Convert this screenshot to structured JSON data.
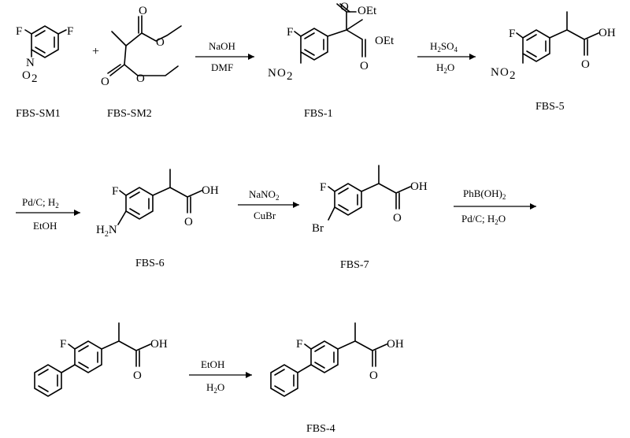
{
  "compounds": {
    "sm1": "FBS-SM1",
    "sm2": "FBS-SM2",
    "c1": "FBS-1",
    "c5": "FBS-5",
    "c6": "FBS-6",
    "c7": "FBS-7",
    "c4": "FBS-4"
  },
  "plus": "+",
  "atoms": {
    "F": "F",
    "NO2_N": "N",
    "NO2_O": "O",
    "NO2_sub": "2",
    "O": "O",
    "OEt": "OEt",
    "OH": "OH",
    "H2N": "H",
    "H2N_sub": "2",
    "H2N_N": "N",
    "Br": "Br"
  },
  "conditions": {
    "step1": {
      "above": "NaOH",
      "below": "DMF"
    },
    "step2": {
      "above_main": "H",
      "above_sub": "2",
      "above_tail": "SO",
      "above_sub2": "4",
      "below_main": "H",
      "below_sub": "2",
      "below_tail": "O"
    },
    "step3": {
      "above_main": "Pd/C; H",
      "above_sub": "2",
      "below": "EtOH"
    },
    "step4": {
      "above_main": "NaNO",
      "above_sub": "2",
      "below": "CuBr"
    },
    "step5": {
      "above_main": "PhB(OH)",
      "above_sub": "2",
      "below_main": "Pd/C; H",
      "below_sub": "2",
      "below_tail": "O"
    },
    "step6": {
      "above": "EtOH",
      "below_main": "H",
      "below_sub": "2",
      "below_tail": "O"
    }
  }
}
